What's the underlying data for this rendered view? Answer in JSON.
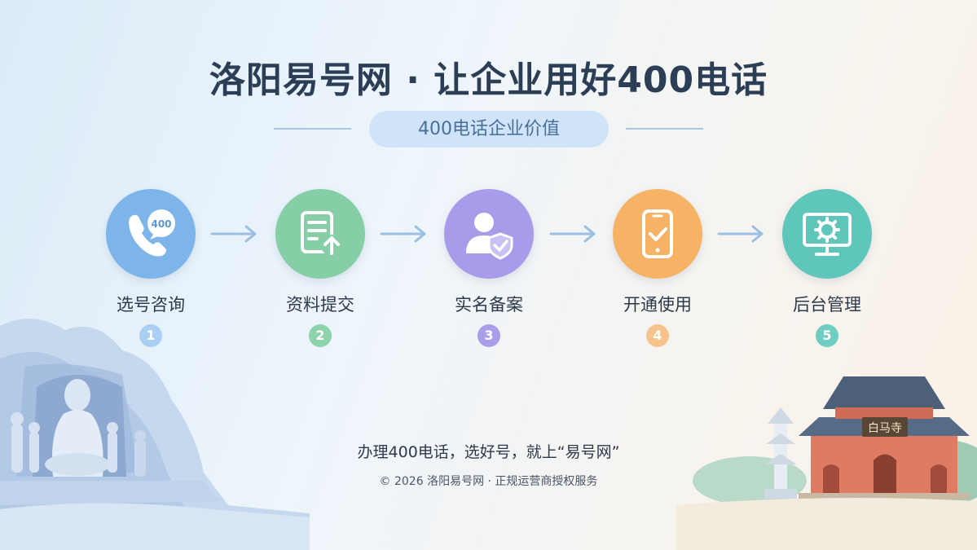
{
  "header": {
    "title": "洛阳易号网 · 让企业用好400电话",
    "subtitle": "400电话企业价值"
  },
  "steps": [
    {
      "label": "选号咨询",
      "number": "1",
      "icon": "phone-400-icon",
      "color": "#7db5ea"
    },
    {
      "label": "资料提交",
      "number": "2",
      "icon": "document-upload-icon",
      "color": "#86cfa6"
    },
    {
      "label": "实名备案",
      "number": "3",
      "icon": "user-verified-icon",
      "color": "#a79bea"
    },
    {
      "label": "开通使用",
      "number": "4",
      "icon": "mobile-check-icon",
      "color": "#f6b366"
    },
    {
      "label": "后台管理",
      "number": "5",
      "icon": "monitor-gear-icon",
      "color": "#5fc6bc"
    }
  ],
  "icon_badge_text": "400",
  "temple_sign": "白马寺",
  "footer": {
    "tagline": "办理400电话，选好号，就上“易号网”",
    "copyright": "© 2026 洛阳易号网 · 正规运营商授权服务"
  },
  "colors": {
    "title": "#2c3e55",
    "pill_bg": "#cfe4f8",
    "pill_text": "#4a6f98",
    "arrow": "#9bbfe3"
  }
}
